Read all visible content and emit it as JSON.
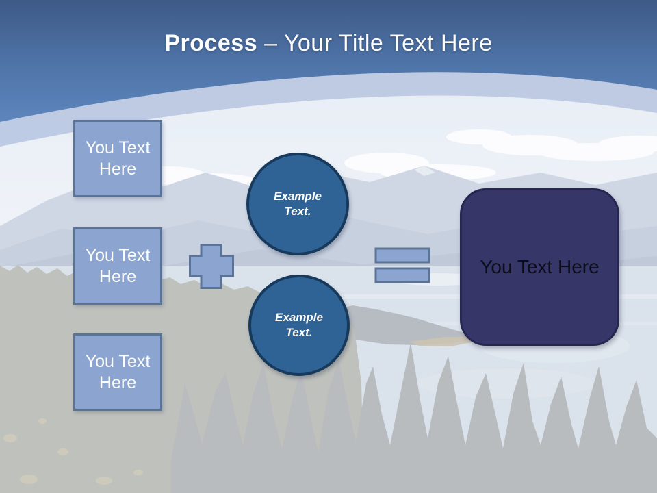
{
  "slide": {
    "title": {
      "prefix": "Process",
      "suffix": "– Your Title Text Here"
    }
  },
  "diagram": {
    "input_boxes": [
      {
        "label": "You Text Here"
      },
      {
        "label": "You Text Here"
      },
      {
        "label": "You Text Here"
      }
    ],
    "operators": {
      "plus": "plus-sign",
      "equals": "equals-sign"
    },
    "example_circles": [
      {
        "label": "Example Text."
      },
      {
        "label": "Example Text."
      }
    ],
    "result_box": {
      "label": "You Text Here"
    }
  },
  "colors": {
    "header_top": "#3E5A87",
    "header_mid": "#4F75A9",
    "header_bottom": "#5E86BD",
    "band": "#B9C6E1",
    "box_fill": "#8BA5D0",
    "box_border": "#5B7396",
    "circle_fill": "#306395",
    "circle_border": "#17395C",
    "result_fill": "#373669",
    "result_border": "#262650",
    "title_text": "#FFFFFF",
    "box_text": "#FFFFFF",
    "circle_text": "#FFFFFF",
    "result_text": "#0D0D1A"
  }
}
